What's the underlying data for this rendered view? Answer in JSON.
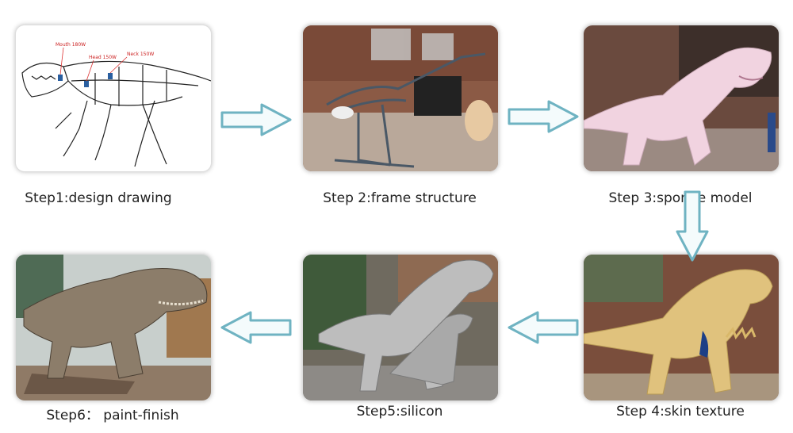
{
  "steps": [
    {
      "caption": "Step1:design drawing",
      "image": "design-drawing-image"
    },
    {
      "caption": "Step 2:frame structure",
      "image": "frame-structure-image"
    },
    {
      "caption": "Step 3:sponge model",
      "image": "sponge-model-image"
    },
    {
      "caption": "Step 4:skin texture",
      "image": "skin-texture-image"
    },
    {
      "caption": "Step5:silicon",
      "image": "silicon-image"
    },
    {
      "caption": "Step6： paint-finish",
      "image": "paint-finish-image"
    }
  ],
  "sketch_labels": {
    "mouth": "Mouth 180W",
    "head": "Head 150W",
    "neck": "Neck 150W"
  },
  "colors": {
    "arrow_outline": "#6fb3c2",
    "arrow_fill": "#f4fbfc",
    "sponge": "#f1d3e0",
    "skin": "#e0c27d",
    "silicon": "#bdbdbd",
    "paint": "#8c7d6a"
  }
}
